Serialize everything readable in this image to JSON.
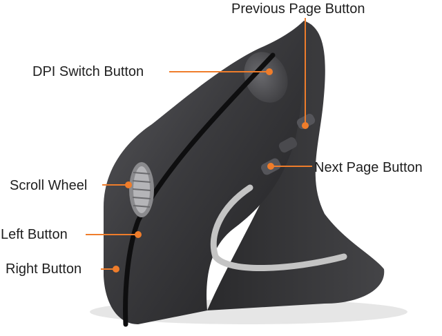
{
  "colors": {
    "accent": "#ef7d2b",
    "body_dark": "#2c2c2e",
    "body_mid": "#4a4a4d",
    "accent_strip": "#bdbdbd",
    "background": "#ffffff"
  },
  "labels": {
    "previous_page": "Previous Page Button",
    "dpi_switch": "DPI Switch Button",
    "next_page": "Next Page Button",
    "scroll_wheel": "Scroll Wheel",
    "left_button": "Left Button",
    "right_button": "Right Button"
  }
}
